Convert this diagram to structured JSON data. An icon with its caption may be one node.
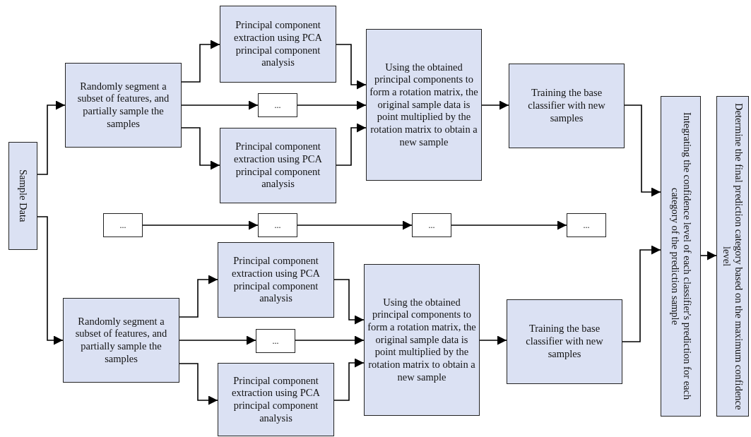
{
  "diagram": {
    "nodes": [
      {
        "text": [
          "Sample Data"
        ]
      },
      {
        "text": [
          "Randomly segment a subset of features, and partially sample the samples"
        ]
      },
      {
        "text": [
          "Principal component extraction using PCA principal component analysis"
        ]
      },
      {
        "text": [
          "..."
        ]
      },
      {
        "text": [
          "Principal component extraction using PCA principal component analysis"
        ]
      },
      {
        "text": [
          "Using the obtained principal components to form a rotation matrix, the original sample data is point multiplied by the rotation matrix to obtain a new sample"
        ]
      },
      {
        "text": [
          "Training the base classifier with new samples"
        ]
      },
      {
        "text": [
          "..."
        ]
      },
      {
        "text": [
          "..."
        ]
      },
      {
        "text": [
          "..."
        ]
      },
      {
        "text": [
          "..."
        ]
      },
      {
        "text": [
          "Randomly segment a subset of features, and partially sample the samples"
        ]
      },
      {
        "text": [
          "Principal component extraction using PCA principal component analysis"
        ]
      },
      {
        "text": [
          "..."
        ]
      },
      {
        "text": [
          "Principal component extraction using PCA principal component analysis"
        ]
      },
      {
        "text": [
          "Using the obtained principal components to form a rotation matrix, the original sample data is point multiplied by the rotation matrix to obtain a new sample"
        ]
      },
      {
        "text": [
          "Training the base classifier with new samples"
        ]
      },
      {
        "text": [
          "Integrating the confidence level of each classifier's prediction for each category of the prediction sample"
        ]
      },
      {
        "text": [
          "Determine the final prediction category based on the maximum confidence level"
        ]
      }
    ],
    "edges": [
      {
        "from": 0,
        "to": 1,
        "arrow": "to"
      },
      {
        "from": 0,
        "to": 11,
        "arrow": "to"
      },
      {
        "from": 1,
        "to": 2,
        "arrow": "to"
      },
      {
        "from": 1,
        "to": 3,
        "arrow": "to"
      },
      {
        "from": 1,
        "to": 4,
        "arrow": "to"
      },
      {
        "from": 2,
        "to": 5,
        "arrow": "to"
      },
      {
        "from": 3,
        "to": 5,
        "arrow": "to"
      },
      {
        "from": 4,
        "to": 5,
        "arrow": "to"
      },
      {
        "from": 5,
        "to": 6,
        "arrow": "to"
      },
      {
        "from": 6,
        "to": 17,
        "arrow": "to"
      },
      {
        "from": 7,
        "to": 8,
        "arrow": "to"
      },
      {
        "from": 8,
        "to": 9,
        "arrow": "to"
      },
      {
        "from": 9,
        "to": 10,
        "arrow": "to"
      },
      {
        "from": 11,
        "to": 12,
        "arrow": "to"
      },
      {
        "from": 11,
        "to": 13,
        "arrow": "to"
      },
      {
        "from": 11,
        "to": 14,
        "arrow": "to"
      },
      {
        "from": 12,
        "to": 15,
        "arrow": "to"
      },
      {
        "from": 13,
        "to": 15,
        "arrow": "to"
      },
      {
        "from": 14,
        "to": 15,
        "arrow": "to"
      },
      {
        "from": 15,
        "to": 16,
        "arrow": "to"
      },
      {
        "from": 16,
        "to": 17,
        "arrow": "to"
      },
      {
        "from": 17,
        "to": 18,
        "arrow": "to"
      }
    ]
  }
}
